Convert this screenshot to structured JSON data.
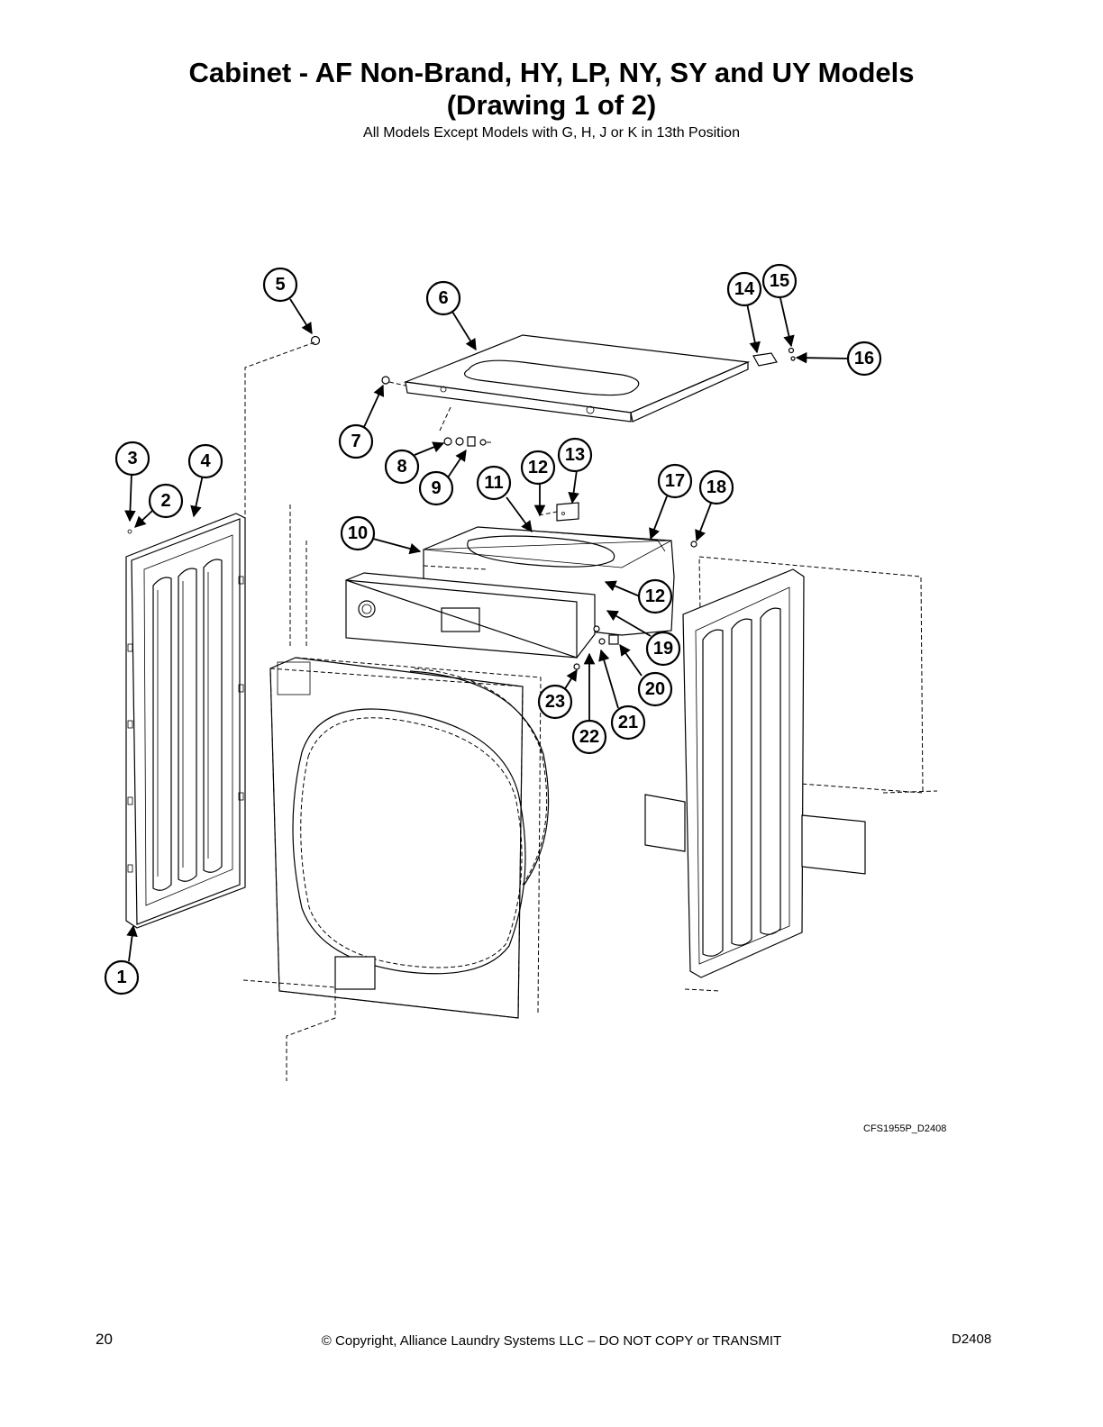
{
  "header": {
    "title_line1": "Cabinet - AF Non-Brand, HY, LP, NY, SY and UY Models",
    "title_line2": "(Drawing 1 of 2)",
    "subtitle": "All Models Except Models with G, H, J or K in 13th Position"
  },
  "callouts": [
    {
      "id": "c1",
      "label": "1"
    },
    {
      "id": "c2",
      "label": "2"
    },
    {
      "id": "c3",
      "label": "3"
    },
    {
      "id": "c4",
      "label": "4"
    },
    {
      "id": "c5",
      "label": "5"
    },
    {
      "id": "c6",
      "label": "6"
    },
    {
      "id": "c7",
      "label": "7"
    },
    {
      "id": "c8",
      "label": "8"
    },
    {
      "id": "c9",
      "label": "9"
    },
    {
      "id": "c10",
      "label": "10"
    },
    {
      "id": "c11",
      "label": "11"
    },
    {
      "id": "c12a",
      "label": "12"
    },
    {
      "id": "c12b",
      "label": "12"
    },
    {
      "id": "c13",
      "label": "13"
    },
    {
      "id": "c14",
      "label": "14"
    },
    {
      "id": "c15",
      "label": "15"
    },
    {
      "id": "c16",
      "label": "16"
    },
    {
      "id": "c17",
      "label": "17"
    },
    {
      "id": "c18",
      "label": "18"
    },
    {
      "id": "c19",
      "label": "19"
    },
    {
      "id": "c20",
      "label": "20"
    },
    {
      "id": "c21",
      "label": "21"
    },
    {
      "id": "c22",
      "label": "22"
    },
    {
      "id": "c23",
      "label": "23"
    }
  ],
  "drawing_code": "CFS1955P_D2408",
  "footer": {
    "page_number": "20",
    "copyright": "© Copyright, Alliance Laundry Systems LLC – DO NOT COPY or TRANSMIT",
    "doc_code": "D2408"
  }
}
